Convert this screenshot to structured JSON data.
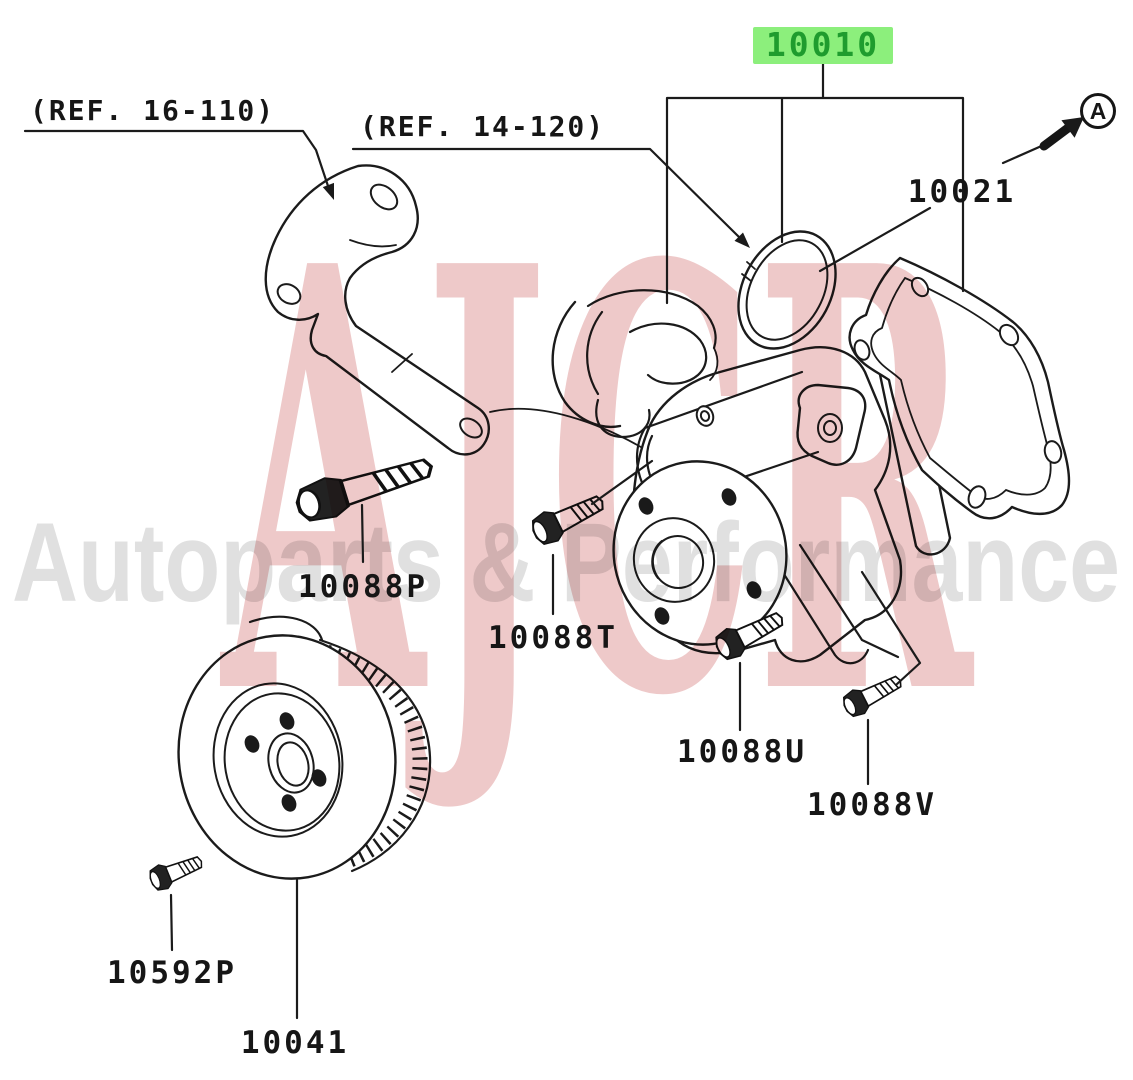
{
  "diagram": {
    "title_hint": "water pump exploded parts diagram",
    "labels": {
      "ref16": "(REF. 16-110)",
      "ref14": "(REF. 14-120)",
      "p10010": "10010",
      "p10021": "10021",
      "p10088P": "10088P",
      "p10088T": "10088T",
      "p10088U": "10088U",
      "p10088V": "10088V",
      "p10592P": "10592P",
      "p10041": "10041",
      "detail_a": "A"
    },
    "highlighted_part": "10010",
    "parts": [
      {
        "number": "10010",
        "highlighted": true
      },
      {
        "number": "10021",
        "highlighted": false
      },
      {
        "number": "10088P",
        "highlighted": false
      },
      {
        "number": "10088T",
        "highlighted": false
      },
      {
        "number": "10088U",
        "highlighted": false
      },
      {
        "number": "10088V",
        "highlighted": false
      },
      {
        "number": "10592P",
        "highlighted": false
      },
      {
        "number": "10041",
        "highlighted": false
      }
    ],
    "references": [
      "(REF. 16-110)",
      "(REF. 14-120)"
    ]
  },
  "watermark": {
    "brand": "AJCR",
    "tagline": "Autoparts & Performance"
  },
  "colors": {
    "background": "#ffffff",
    "line": "#1b1b1b",
    "highlight_bg": "#8cef7c",
    "highlight_text": "#1f9c2e",
    "watermark_brand": "#eec9c9",
    "watermark_tagline": "#e0e0e0"
  }
}
